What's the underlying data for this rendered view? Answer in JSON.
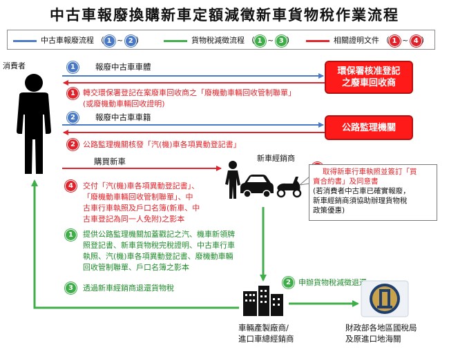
{
  "title": "中古車報廢換購新車定額減徵新車貨物稅作業流程",
  "legend": {
    "blue_label": "中古車報廢流程",
    "green_label": "貨物稅減徵流程",
    "red_label": "相關證明文件",
    "blue_range": [
      "1",
      "2"
    ],
    "green_range": [
      "1",
      "3"
    ],
    "red_range": [
      "1",
      "4"
    ],
    "tilde": "~"
  },
  "colors": {
    "blue": "#4a7ac6",
    "green": "#3fae49",
    "red": "#e0232a",
    "box_red": "#ff1a1a"
  },
  "consumer_label": "消費者",
  "steps": {
    "blue1": "報廢中古車車體",
    "blue2": "報廢中古車車籍",
    "red1_line1": "轉交環保署登記在案廢車回收商之「廢機動車輛回收管制聯單」",
    "red1_line2": "(或廢機動車輛回收證明)",
    "red2": "公路監理機關核發「汽(機)車各項異動登記書」",
    "buy_new": "購買新車",
    "red4_lines": [
      "交付「汽(機)車各項異動登記書」、",
      "「廢機動車輛回收管制聯單」、中",
      "古車行車執照及戶口名簿(新車、中",
      "古車登記為同一人免附)之影本"
    ],
    "green1_lines": [
      "提供公路監理機關加蓋戳記之汽、機車新領牌",
      "照登記書、新車貨物稅完稅證明、中古車行車",
      "執照、汽(機)車各項異動登記書、廢機動車輛",
      "回收管制聯單、戶口名簿之影本"
    ],
    "green3": "透過新車經銷商退還貨物稅",
    "green2": "申辦貨物稅減徵退還",
    "red3_lines": [
      "取得新車行車執照並簽訂「買",
      "賣合約書」及同意書",
      "(若消費者中古車已確實報廢，",
      "新車經銷商須協助辦理貨物稅",
      "政策優惠)"
    ]
  },
  "markers": {
    "one": "1",
    "two": "2",
    "three": "3",
    "four": "4"
  },
  "boxes": {
    "recycler": [
      "環保署核准登記",
      "之廢車回收商"
    ],
    "dmv": "公路監理機關"
  },
  "dealer_label": "新車經銷商",
  "manufacturer_label": [
    "車輛產製廠商/",
    "進口車總經銷商"
  ],
  "tax_label": [
    "財政部各地區國稅局",
    "及原進口地海關"
  ]
}
